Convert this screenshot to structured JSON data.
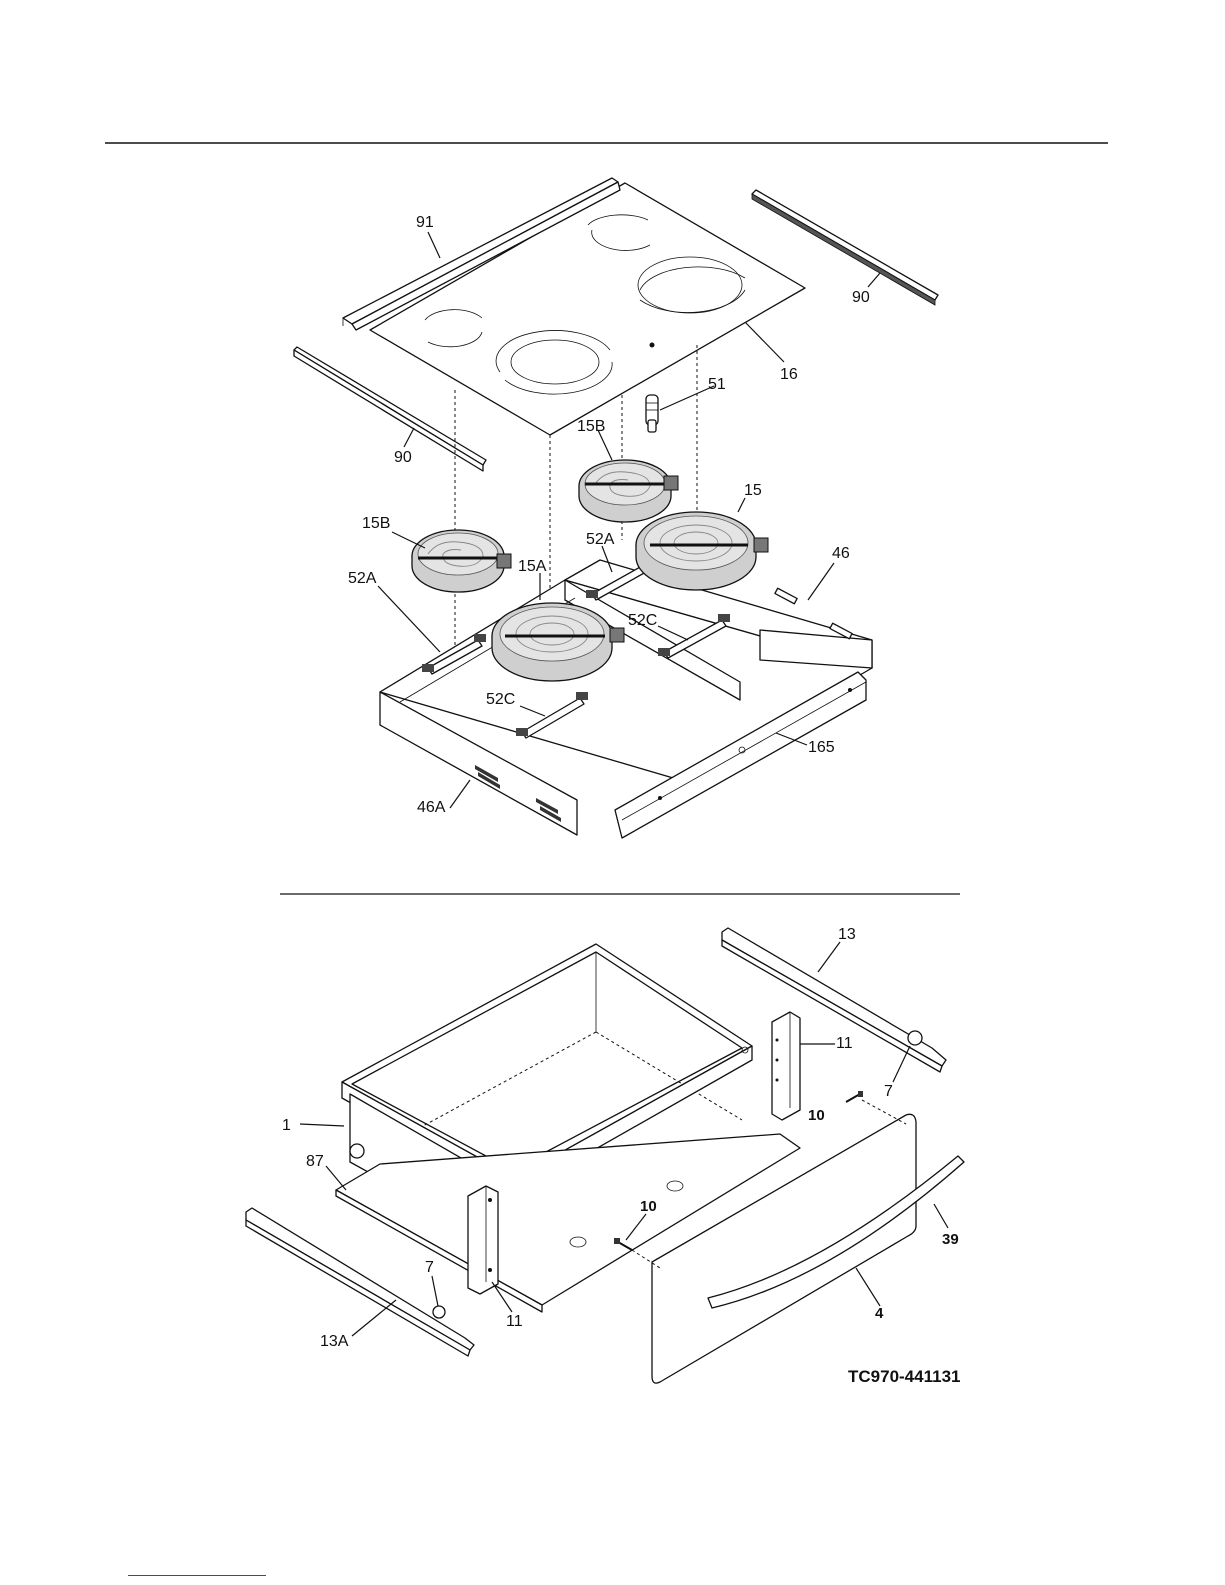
{
  "callouts": {
    "c91": "91",
    "c90_right": "90",
    "c16": "16",
    "c90_left": "90",
    "c51": "51",
    "c15B_top": "15B",
    "c15": "15",
    "c15B_left": "15B",
    "c52A_right": "52A",
    "c46": "46",
    "c52A_left": "52A",
    "c15A": "15A",
    "c52C_right": "52C",
    "c52C_left": "52C",
    "c165": "165",
    "c46A": "46A",
    "c13": "13",
    "c11_right": "11",
    "c7_right": "7",
    "c10_right": "10",
    "c1": "1",
    "c87": "87",
    "c10_center": "10",
    "c39": "39",
    "c7_left": "7",
    "c11_left": "11",
    "c4": "4",
    "c13A": "13A"
  },
  "figure_code": "TC970-441131",
  "colors": {
    "line": "#111111",
    "element_fill": "#cfcfcf",
    "link_underline": "#2a3fd8"
  }
}
